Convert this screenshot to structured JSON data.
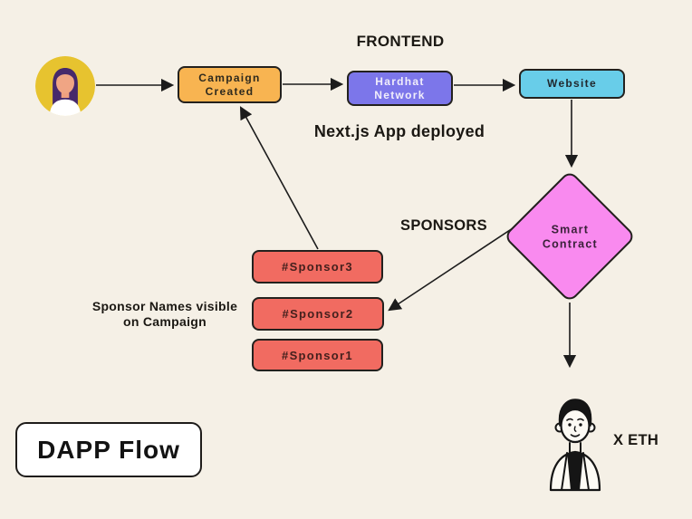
{
  "background_color": "#F5F0E6",
  "headings": {
    "frontend": "FRONTEND",
    "nextjs_deployed": "Next.js App deployed",
    "sponsors": "SPONSORS",
    "sponsor_note_line1": "Sponsor Names visible",
    "sponsor_note_line2": "on Campaign",
    "x_eth": "X ETH"
  },
  "nodes": {
    "campaign_created": {
      "label": "Campaign Created",
      "fill": "#F8B451"
    },
    "hardhat_network": {
      "label": "Hardhat Network",
      "fill": "#7C76EA"
    },
    "website": {
      "label": "Website",
      "fill": "#68CDE9"
    },
    "smart_contract": {
      "label": "Smart Contract",
      "fill": "#F98AEF"
    },
    "sponsor3": {
      "label": "#Sponsor3",
      "fill": "#F16B61"
    },
    "sponsor2": {
      "label": "#Sponsor2",
      "fill": "#F16B61"
    },
    "sponsor1": {
      "label": "#Sponsor1",
      "fill": "#F16B61"
    }
  },
  "badge": {
    "label": "DAPP Flow"
  },
  "icons": {
    "creator": "woman-avatar-icon",
    "funder": "man-avatar-icon"
  },
  "edges": [
    {
      "from": "creator-avatar",
      "to": "campaign-created"
    },
    {
      "from": "campaign-created",
      "to": "hardhat-network"
    },
    {
      "from": "hardhat-network",
      "to": "website"
    },
    {
      "from": "website",
      "to": "smart-contract"
    },
    {
      "from": "smart-contract",
      "to": "sponsor2"
    },
    {
      "from": "sponsor3",
      "to": "campaign-created"
    },
    {
      "from": "smart-contract",
      "to": "funder-avatar"
    }
  ],
  "arrow_color": "#1C1C1C"
}
